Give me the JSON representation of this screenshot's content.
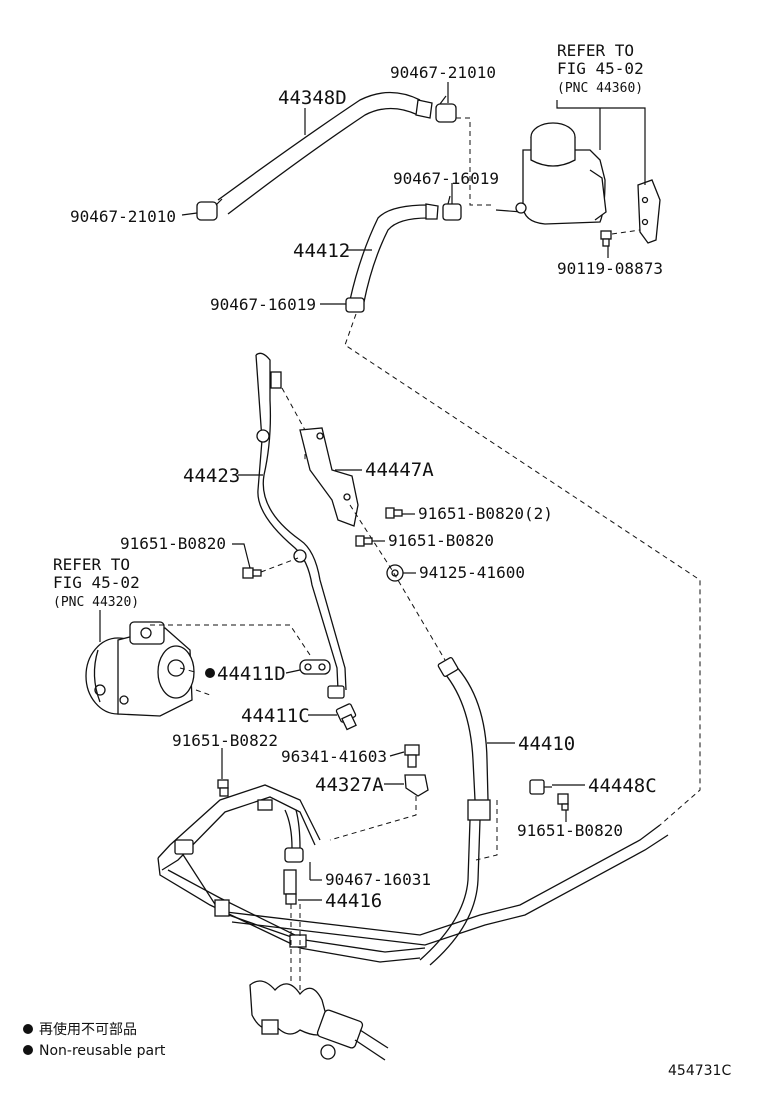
{
  "diagram_id": "454731C",
  "refs": {
    "reservoir": {
      "line1": "REFER TO",
      "line2": "FIG 45-02",
      "line3": "(PNC 44360)"
    },
    "pump": {
      "line1": "REFER TO",
      "line2": "FIG 45-02",
      "line3": "(PNC 44320)"
    }
  },
  "parts": {
    "hose_return_upper": "44348D",
    "clamp_upper_right": "90467-21010",
    "clamp_upper_left": "90467-21010",
    "clamp_mid": "90467-16019",
    "hose_return": "44412",
    "clamp_low": "90467-16019",
    "bolt_reservoir": "90119-08873",
    "tube_pressure": "44423",
    "bracket": "44447A",
    "bolt_bracket_2": "91651-B0820(2)",
    "bolt_bracket": "91651-B0820",
    "bolt_left": "91651-B0820",
    "nut": "94125-41600",
    "gasket": "44411D",
    "union_bolt": "44411C",
    "bolt_lower": "91651-B0822",
    "bolt_clamp": "96341-41603",
    "clamp_bracket": "44327A",
    "hose_pressure": "44410",
    "clamp_44448c": "44448C",
    "bolt_44448c": "91651-B0820",
    "clamp_lower": "90467-16031",
    "hose_lower": "44416"
  },
  "legend": {
    "item1": "再使用不可部品",
    "item2": "Non-reusable part"
  }
}
